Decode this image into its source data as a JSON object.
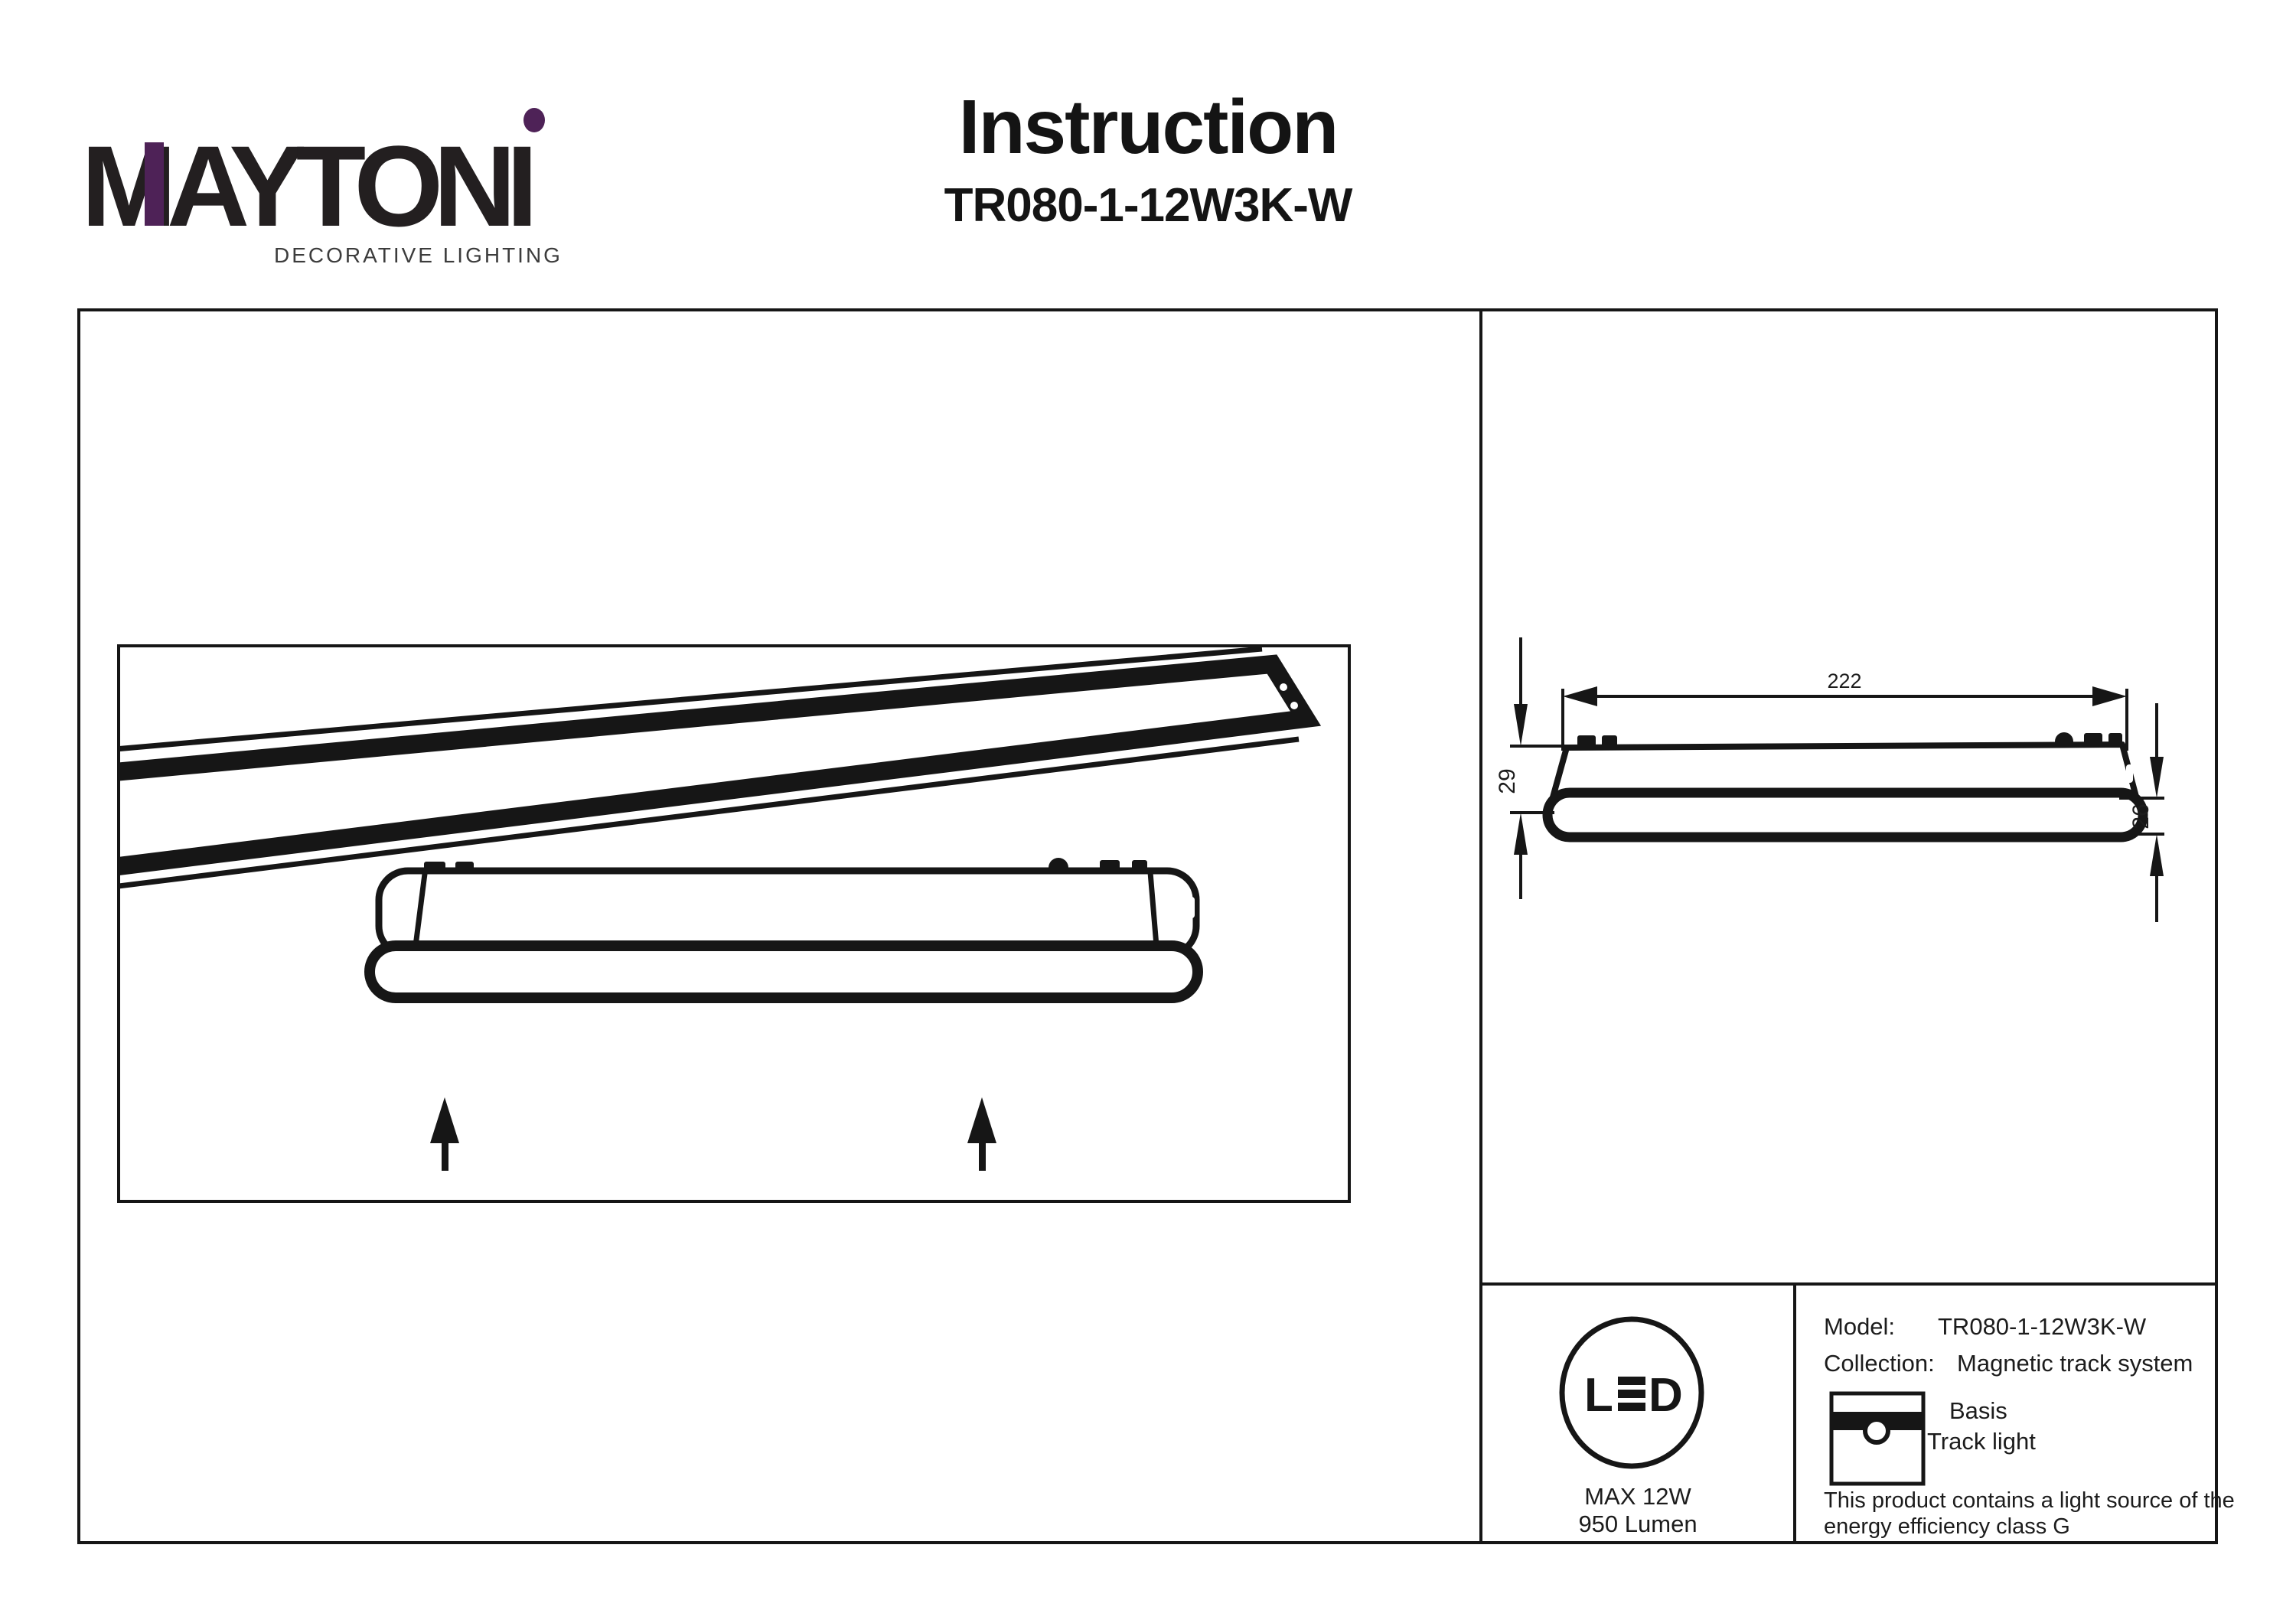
{
  "colors": {
    "accent": "#4e2257",
    "ink": "#161616"
  },
  "logo": {
    "wordmark": "MAYTONI",
    "tagline": "DECORATIVE LIGHTING"
  },
  "header": {
    "title": "Instruction",
    "model": "TR080-1-12W3K-W"
  },
  "diagram": {
    "dim_length": "222",
    "dim_height": "29",
    "dim_lens_height": "26"
  },
  "led_badge": {
    "label_l": "L",
    "label_d": "D",
    "max_power": "MAX 12W",
    "luminous_flux": "950 Lumen"
  },
  "spec": {
    "model_label": "Model:",
    "model_value": "TR080-1-12W3K-W",
    "collection_label": "Collection:",
    "collection_value": "Magnetic track system",
    "type_primary": "Basis",
    "type_secondary": "Track light",
    "energy_line1": "This product contains a light source of the",
    "energy_line2": "energy efficiency class G"
  }
}
